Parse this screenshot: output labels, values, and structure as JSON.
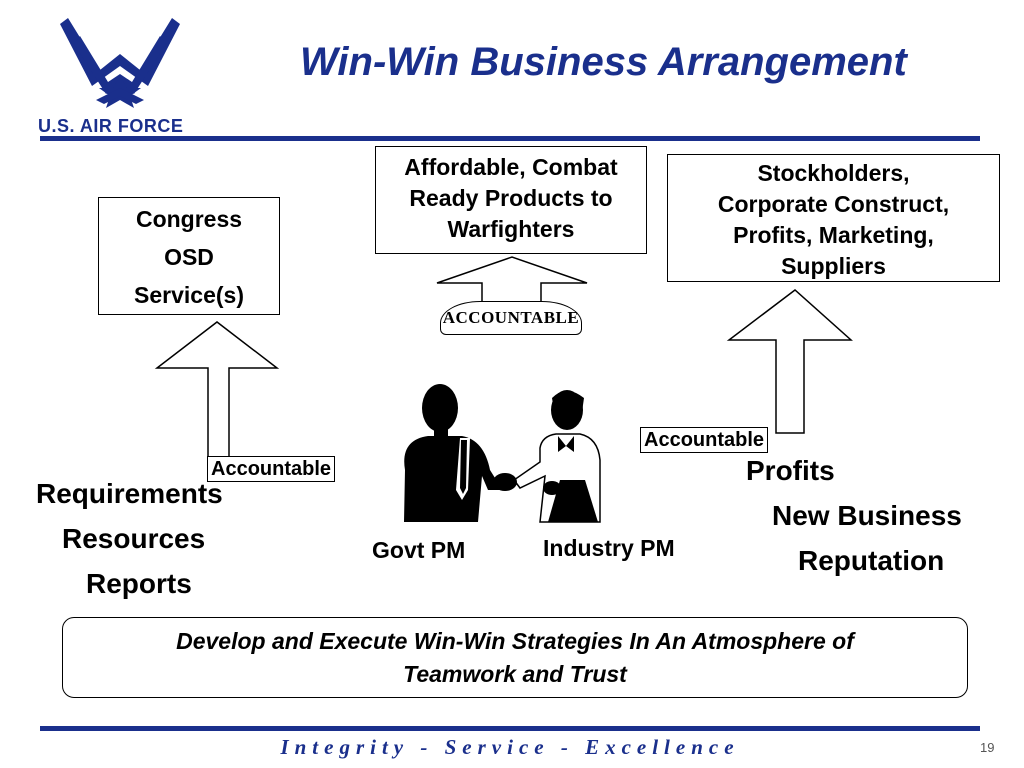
{
  "logo": {
    "text": "U.S. AIR FORCE"
  },
  "title": "Win-Win Business Arrangement",
  "boxes": {
    "congress": [
      "Congress",
      "OSD",
      "Service(s)"
    ],
    "affordable": [
      "Affordable, Combat",
      "Ready Products to",
      "Warfighters"
    ],
    "stockholders": [
      "Stockholders,",
      "Corporate Construct,",
      "Profits, Marketing,",
      "Suppliers"
    ]
  },
  "labels": {
    "accountable_left": "Accountable",
    "accountable_right": "Accountable",
    "accountable_arc": "ACCOUNTABLE"
  },
  "left_list": [
    "Requirements",
    "Resources",
    "Reports"
  ],
  "right_list": [
    "Profits",
    "New Business",
    "Reputation"
  ],
  "people": {
    "govt": "Govt PM",
    "industry": "Industry PM"
  },
  "motto": [
    "Develop and Execute Win-Win Strategies In An Atmosphere of",
    "Teamwork and Trust"
  ],
  "footer": "Integrity - Service - Excellence",
  "page_number": "19",
  "colors": {
    "brand_blue": "#1a2f8c"
  }
}
